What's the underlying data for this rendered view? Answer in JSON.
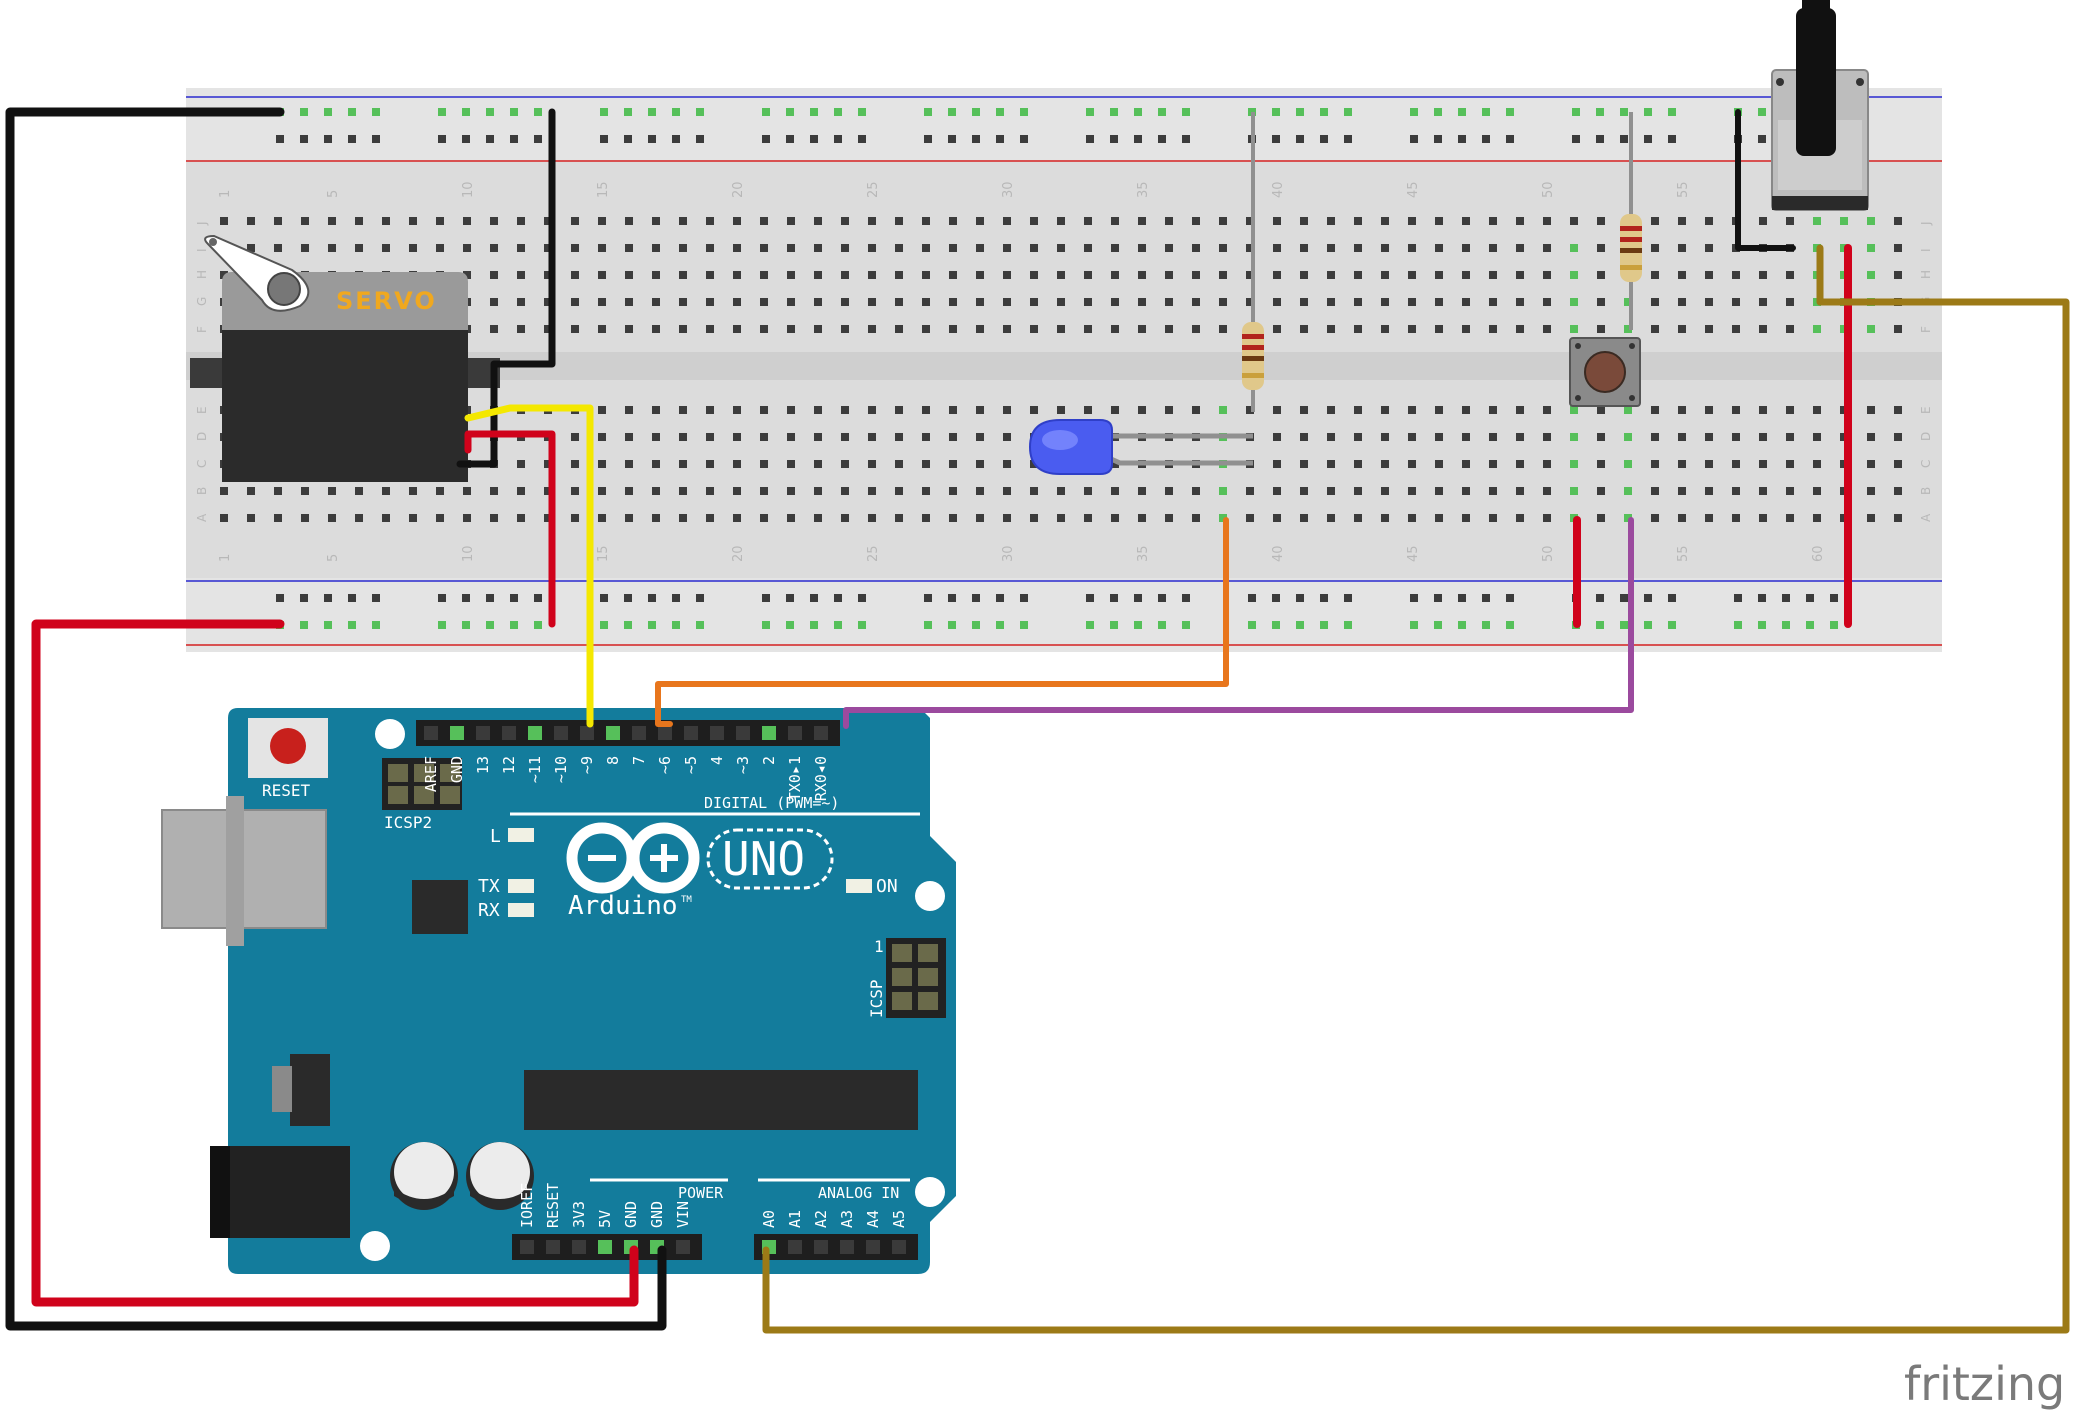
{
  "breadboard": {
    "column_numbers": [
      "1",
      "5",
      "10",
      "15",
      "20",
      "25",
      "30",
      "35",
      "40",
      "45",
      "50",
      "55",
      "60"
    ],
    "row_letters_top": [
      "J",
      "I",
      "H",
      "G",
      "F"
    ],
    "row_letters_bottom": [
      "E",
      "D",
      "C",
      "B",
      "A"
    ]
  },
  "servo": {
    "label": "SERVO"
  },
  "arduino": {
    "brand": "Arduino",
    "trademark": "TM",
    "model": "UNO",
    "reset_label": "RESET",
    "icsp2_label": "ICSP2",
    "icsp_label": "ICSP",
    "icsp_pin1": "1",
    "led_l": "L",
    "led_tx": "TX",
    "led_rx": "RX",
    "led_on": "ON",
    "digital_label": "DIGITAL (PWM=~)",
    "power_label": "POWER",
    "analog_label": "ANALOG IN",
    "digital_pins": [
      "AREF",
      "GND",
      "13",
      "12",
      "~11",
      "~10",
      "~9",
      "8",
      "7",
      "~6",
      "~5",
      "4",
      "~3",
      "2",
      "TX0▸1",
      "RX0◂0"
    ],
    "power_pins": [
      "IOREF",
      "RESET",
      "3V3",
      "5V",
      "GND",
      "GND",
      "VIN"
    ],
    "analog_pins": [
      "A0",
      "A1",
      "A2",
      "A3",
      "A4",
      "A5"
    ]
  },
  "watermark": "fritzing",
  "colors": {
    "board_teal": "#137c9c",
    "breadboard_gray": "#dcdcdc",
    "wire_black": "#111111",
    "wire_red": "#d0021b",
    "wire_yellow": "#f4e800",
    "wire_orange": "#e8761d",
    "wire_purple": "#9b4a9e",
    "wire_brown": "#9c7a17",
    "led_blue": "#4a5cf0",
    "hole_green": "#56c05a"
  }
}
